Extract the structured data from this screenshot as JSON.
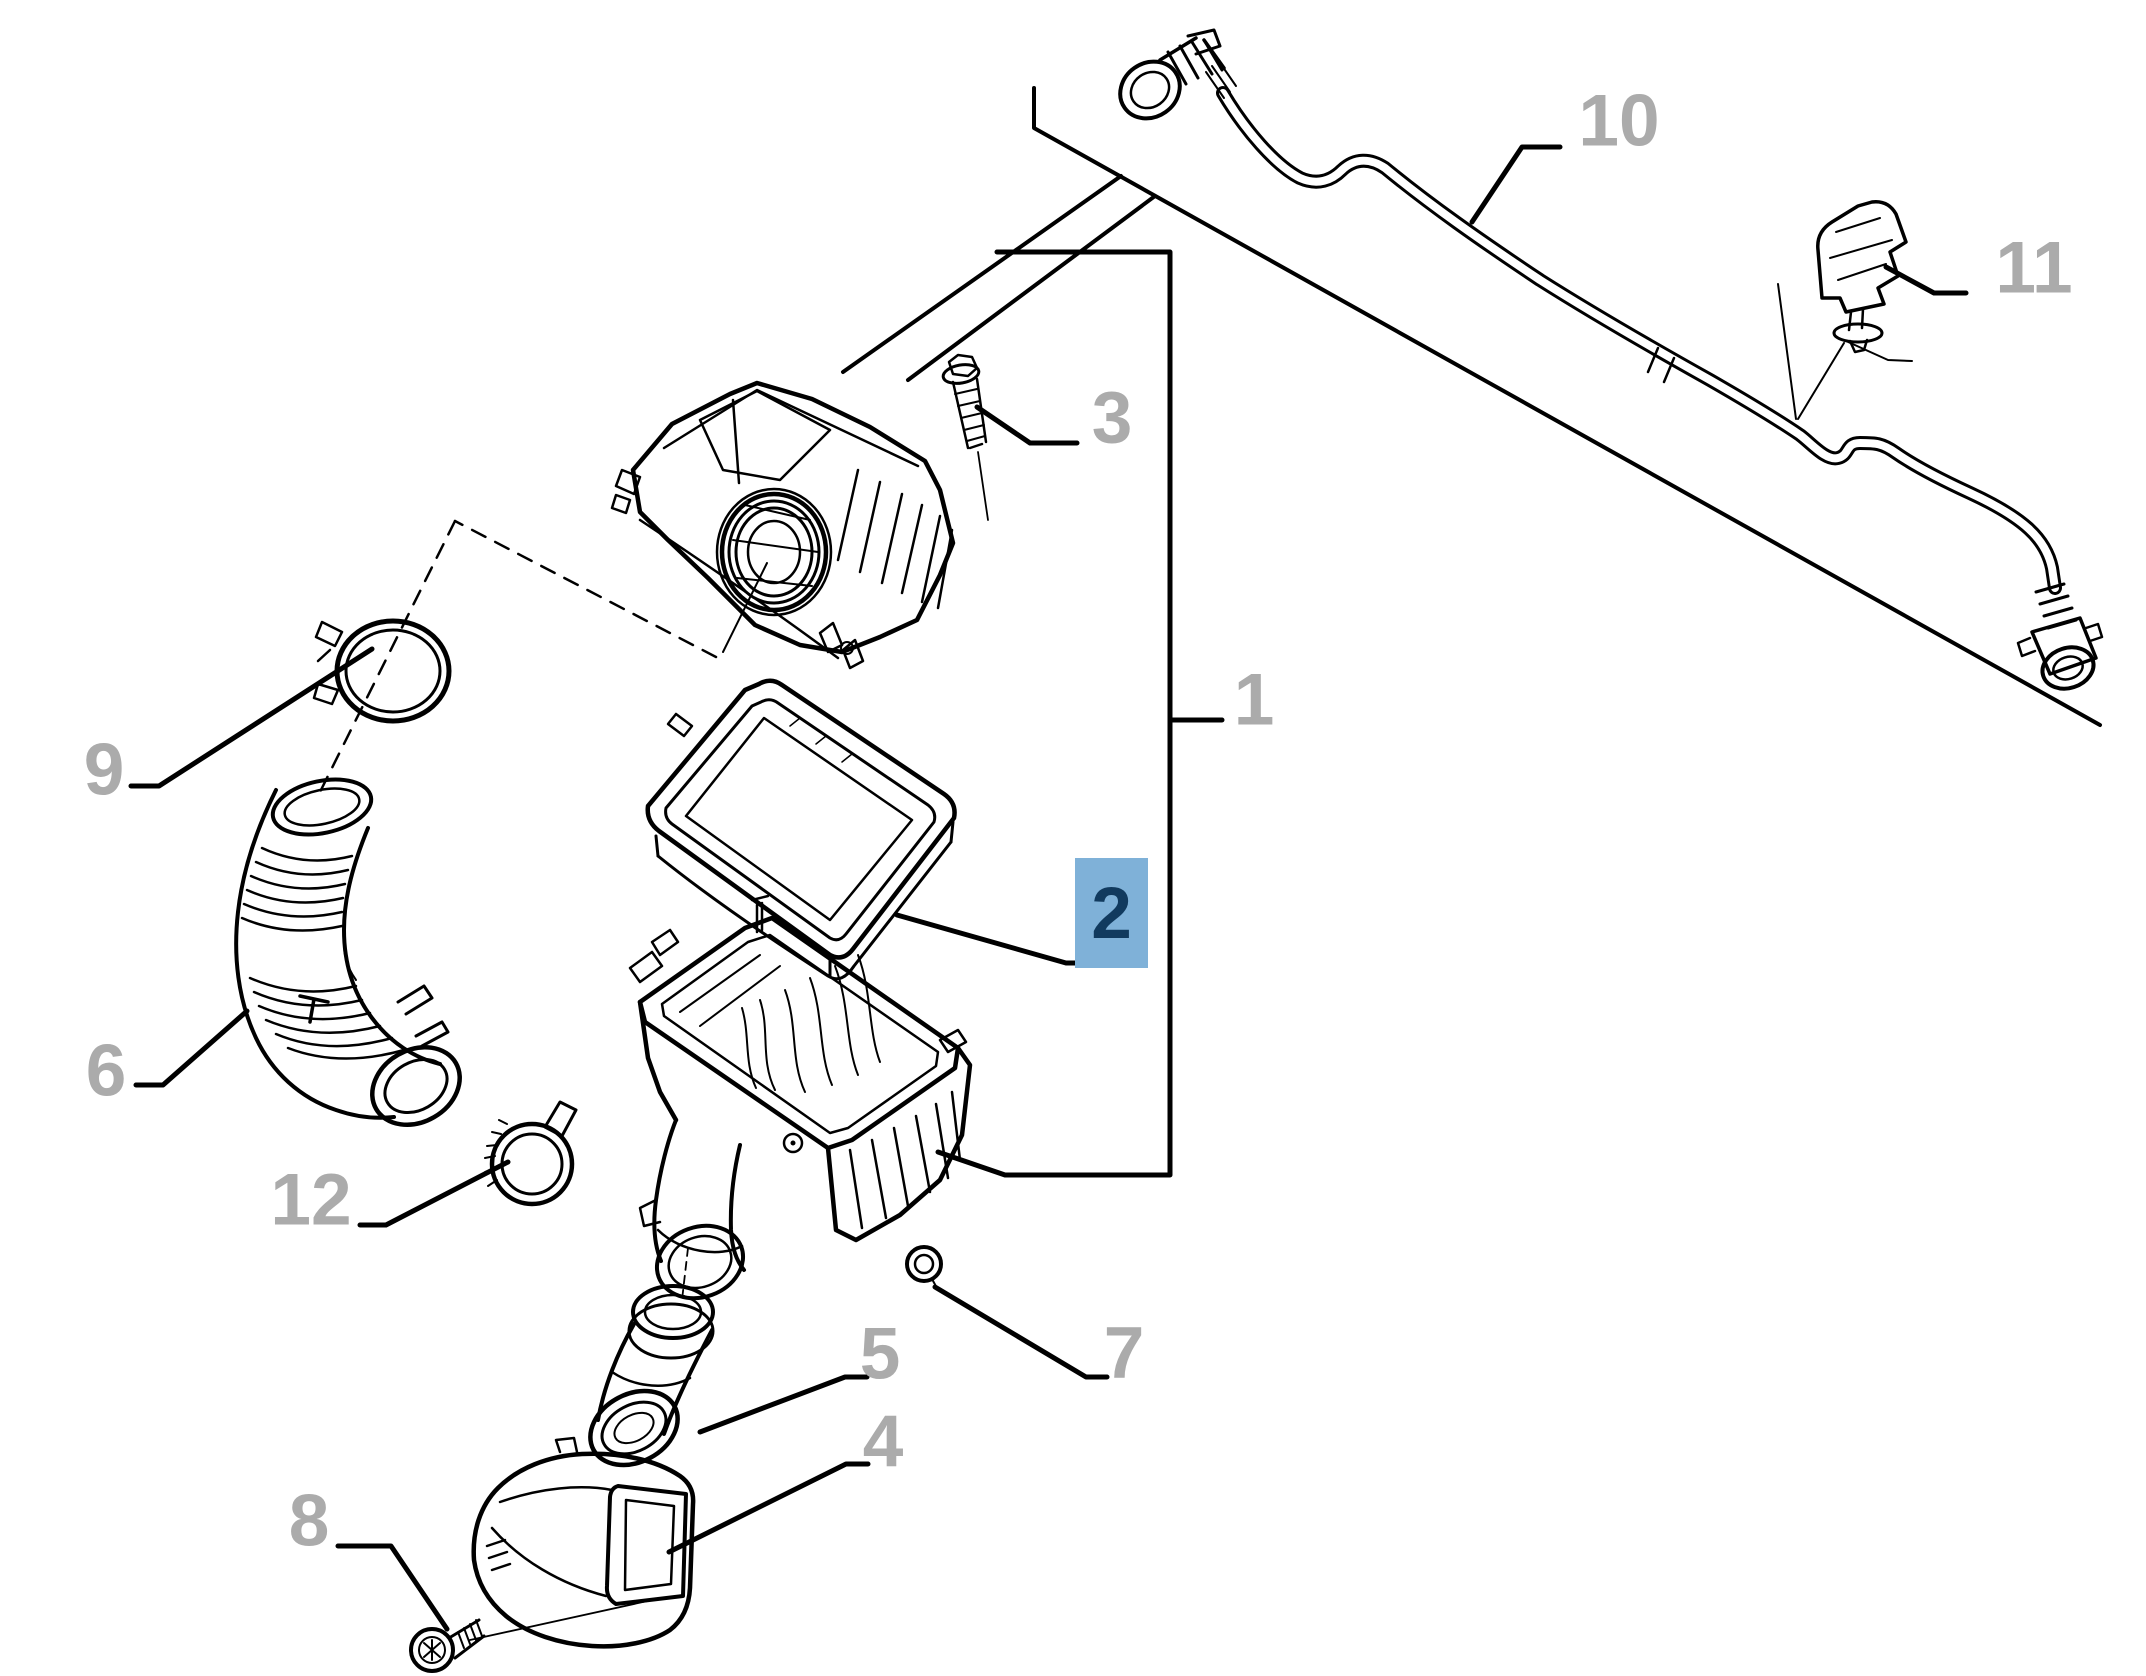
{
  "diagram": {
    "type": "exploded-parts-diagram",
    "background_color": "#ffffff",
    "line_color": "#000000",
    "callout_color": "#ababab",
    "highlight": {
      "background": "#7fb1d8",
      "text_color": "#113a5e"
    },
    "selected_part": "2",
    "callouts": [
      {
        "label": "1",
        "highlighted": false
      },
      {
        "label": "2",
        "highlighted": true
      },
      {
        "label": "3",
        "highlighted": false
      },
      {
        "label": "4",
        "highlighted": false
      },
      {
        "label": "5",
        "highlighted": false
      },
      {
        "label": "6",
        "highlighted": false
      },
      {
        "label": "7",
        "highlighted": false
      },
      {
        "label": "8",
        "highlighted": false
      },
      {
        "label": "9",
        "highlighted": false
      },
      {
        "label": "10",
        "highlighted": false
      },
      {
        "label": "11",
        "highlighted": false
      },
      {
        "label": "12",
        "highlighted": false
      }
    ]
  }
}
